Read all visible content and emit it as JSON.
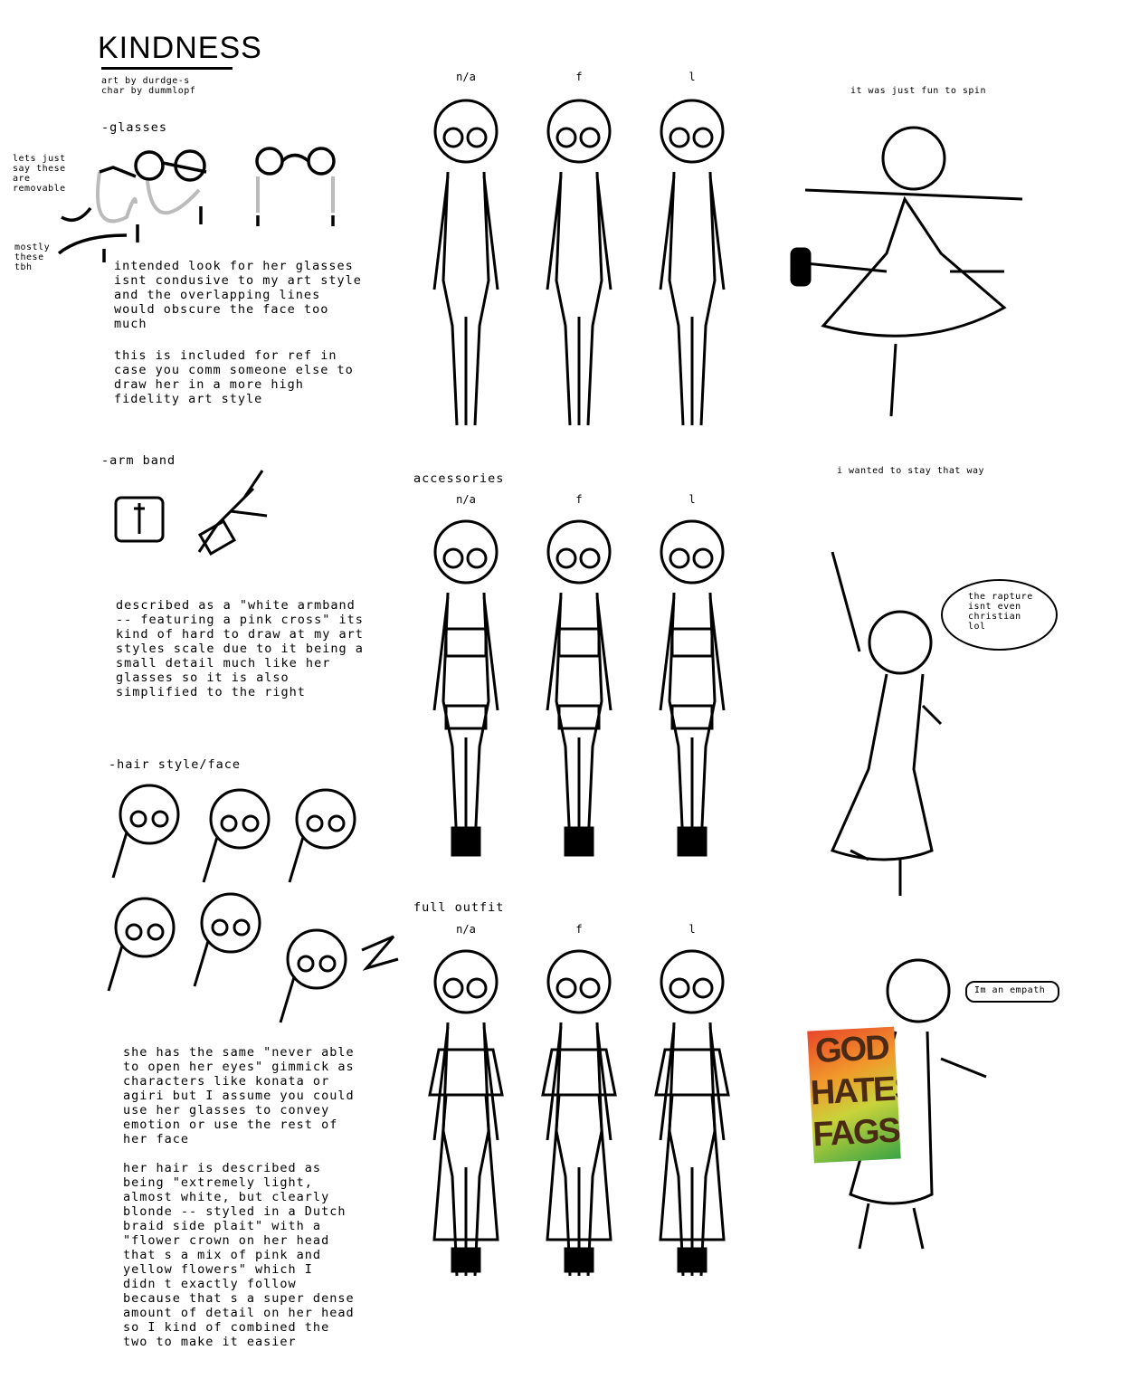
{
  "header": {
    "title": "KINDNESS",
    "credits": "art by durdge-s\nchar by dummlopf"
  },
  "glasses": {
    "heading": "-glasses",
    "note_removable": "lets just\nsay these\nare\nremovable",
    "note_mostly": "mostly\nthese\ntbh",
    "text1": "intended look for her glasses\nisnt condusive to my art style\nand the overlapping lines\nwould obscure the face too\nmuch",
    "text2": "this is included for ref in\ncase you comm someone else to\ndraw her in a more high\nfidelity art style"
  },
  "armband": {
    "heading": "-arm band",
    "text": "described as a \"white armband\n-- featuring a pink cross\" its\nkind of hard to draw at my art\nstyles scale due to it being a\nsmall detail much like her\nglasses so it is also\nsimplified to the right"
  },
  "hair": {
    "heading": "-hair style/face",
    "text1": "she has the same \"never able\nto open her eyes\" gimmick as\ncharacters like konata or\nagiri but I assume you could\nuse her glasses to convey\nemotion or use the rest of\nher face",
    "text2": "her hair is described as\nbeing \"extremely light,\nalmost white, but clearly\nblonde -- styled in a Dutch\nbraid side plait\" with a\n\"flower crown on her head\nthat s a mix of pink and\nyellow flowers\" which I\ndidn t exactly follow\nbecause that s a super dense\namount of detail on her head\nso I kind of combined the\ntwo to make it easier"
  },
  "variants": [
    "n/a",
    "f",
    "l"
  ],
  "sections": {
    "accessories": "accessories",
    "full_outfit": "full outfit"
  },
  "side": {
    "caption_spin": "it was just fun to spin",
    "caption_stay": "i wanted to stay that way",
    "bubble_rapture": "the rapture\nisnt even\nchristian\nlol",
    "bubble_empath": "Im an empath",
    "sign": "GOD\nHATES\nFAGS"
  },
  "colors": {
    "ink": "#000000",
    "chain": "#bbbbbb"
  }
}
